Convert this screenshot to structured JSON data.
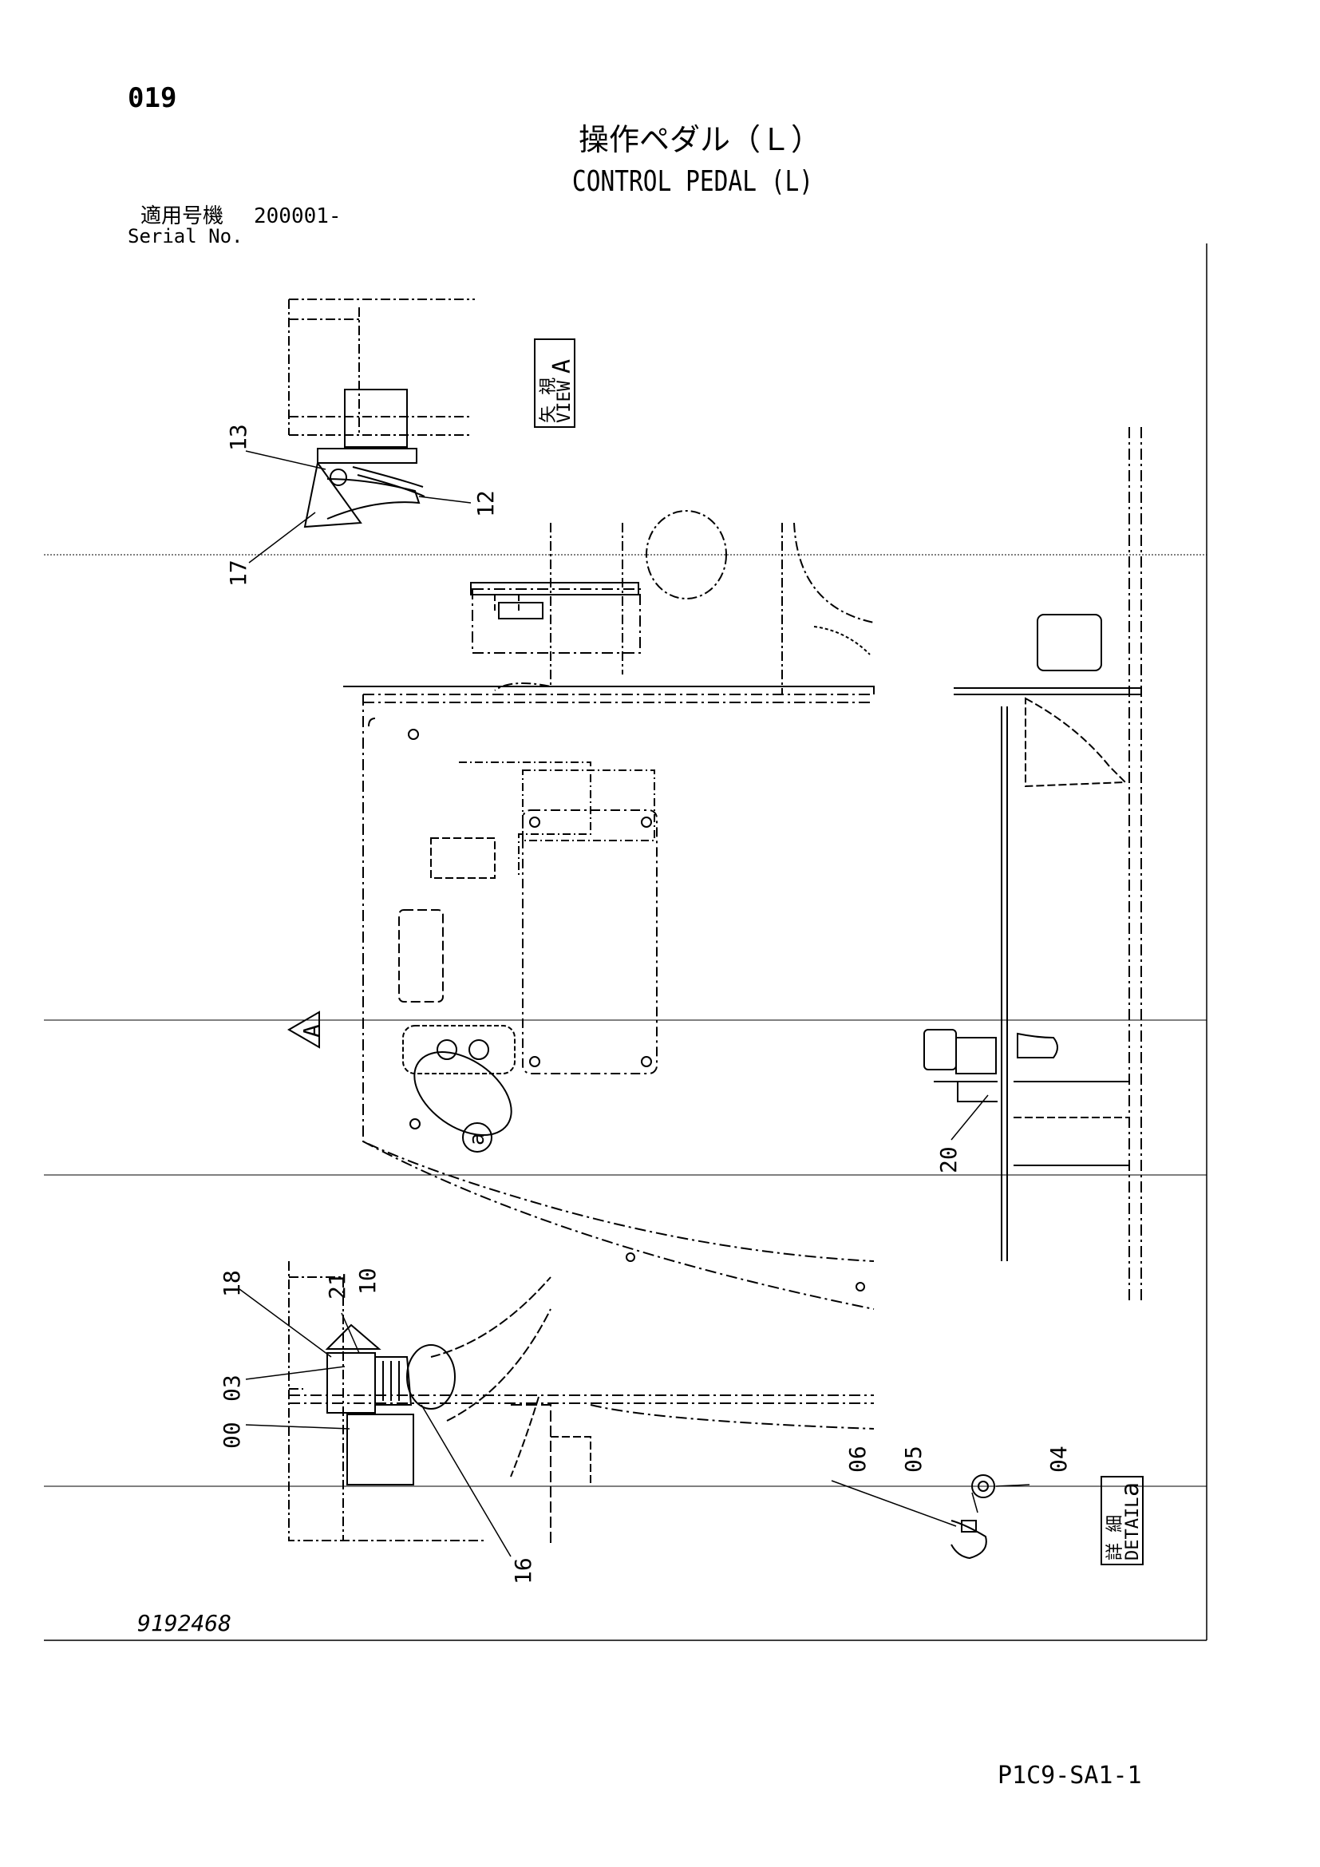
{
  "header": {
    "page_number": "019",
    "title_jp": "操作ペダル（Ｌ）",
    "title_en": "CONTROL PEDAL (L)",
    "serial_label_jp": "適用号機",
    "serial_value": "200001-",
    "serial_label_en": "Serial No."
  },
  "views": {
    "view_a_label_jp": "矢 視",
    "view_a_label_en": "VIEW",
    "view_a_letter": "A",
    "view_marker_letter": "A",
    "detail_label_jp": "詳 細",
    "detail_label_en": "DETAIL",
    "detail_letter": "a",
    "detail_circle_letter": "a"
  },
  "callouts": [
    "13",
    "12",
    "17",
    "18",
    "21",
    "10",
    "03",
    "00",
    "16",
    "20",
    "06",
    "05",
    "04"
  ],
  "footer": {
    "drawing_number": "9192468",
    "page_code": "P1C9-SA1-1"
  }
}
